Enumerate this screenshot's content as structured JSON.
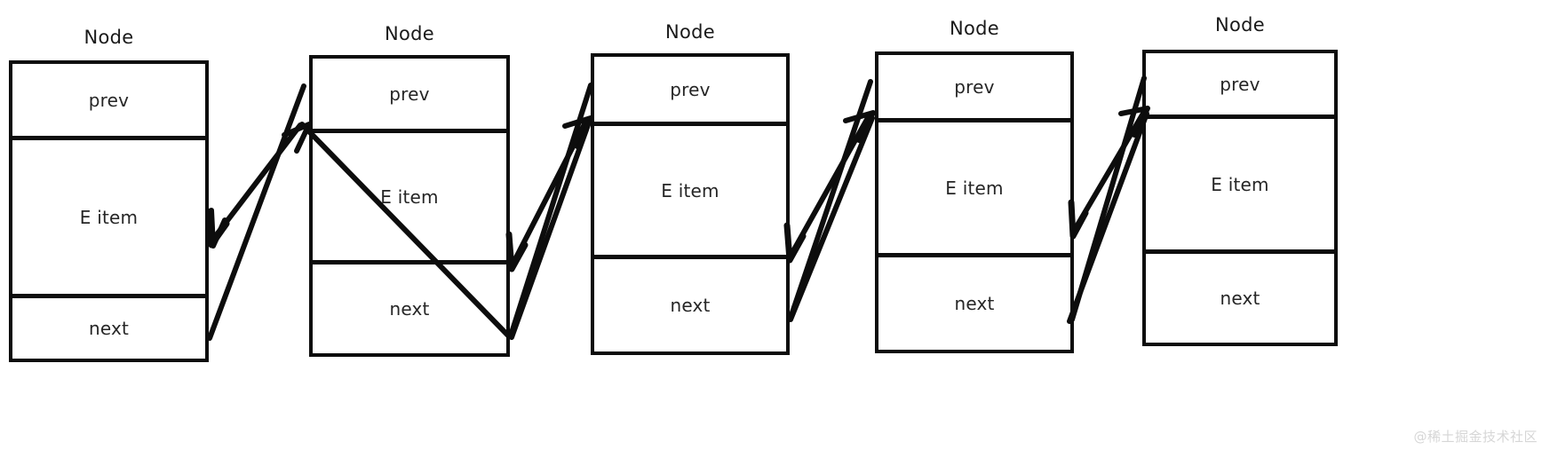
{
  "diagram": {
    "title_label": "Node",
    "field_labels": {
      "prev": "prev",
      "item": "E item",
      "next": "next"
    },
    "nodes": [
      {
        "title": "Node",
        "prev": "prev",
        "item": "E item",
        "next": "next"
      },
      {
        "title": "Node",
        "prev": "prev",
        "item": "E item",
        "next": "next"
      },
      {
        "title": "Node",
        "prev": "prev",
        "item": "E item",
        "next": "next"
      },
      {
        "title": "Node",
        "prev": "prev",
        "item": "E item",
        "next": "next"
      },
      {
        "title": "Node",
        "prev": "prev",
        "item": "E item",
        "next": "next"
      }
    ],
    "link_count": 4,
    "stroke_color": "#0d0d0d",
    "text_color": "#262626",
    "background_color": "#ffffff"
  },
  "watermark": {
    "text": "@稀土掘金技术社区",
    "color": "#d6d6d6"
  }
}
